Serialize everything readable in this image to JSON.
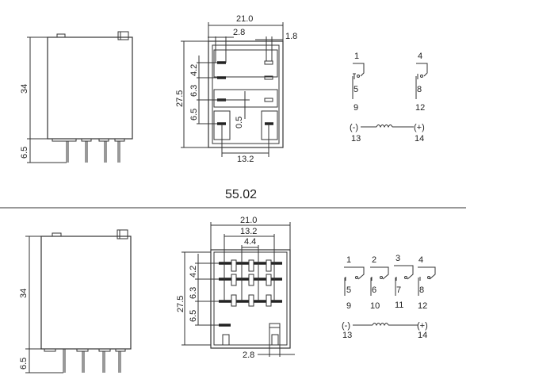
{
  "top_relay": {
    "side_view": {
      "height": "34",
      "pin_length": "6.5"
    },
    "front_view": {
      "width": "21.0",
      "pin_width": "2.8",
      "pin_offset": "1.8",
      "depth": "27.5",
      "row1": "4.2",
      "row2": "6.3",
      "row3": "6.5",
      "gap": "0.5",
      "pitch": "13.2"
    },
    "schematic": {
      "contacts": [
        {
          "com": "1",
          "nc": "5",
          "no": "9"
        },
        {
          "com": "4",
          "nc": "8",
          "no": "12"
        }
      ],
      "coil_minus": "(-)",
      "coil_plus": "(+)",
      "coil_a": "13",
      "coil_b": "14"
    }
  },
  "model_label": "55.02",
  "bottom_relay": {
    "side_view": {
      "height": "34",
      "pin_length": "6.5"
    },
    "front_view": {
      "width": "21.0",
      "pitch": "13.2",
      "inner_pitch": "4.4",
      "depth": "27.5",
      "row1": "4.2",
      "row2": "6.3",
      "row3": "6.5",
      "pin_width": "2.8"
    },
    "schematic": {
      "contacts": [
        {
          "com": "1",
          "nc": "5",
          "no": "9"
        },
        {
          "com": "2",
          "nc": "6",
          "no": "10"
        },
        {
          "com": "3",
          "nc": "7",
          "no": "11"
        },
        {
          "com": "4",
          "nc": "8",
          "no": "12"
        }
      ],
      "coil_minus": "(-)",
      "coil_plus": "(+)",
      "coil_a": "13",
      "coil_b": "14"
    }
  }
}
